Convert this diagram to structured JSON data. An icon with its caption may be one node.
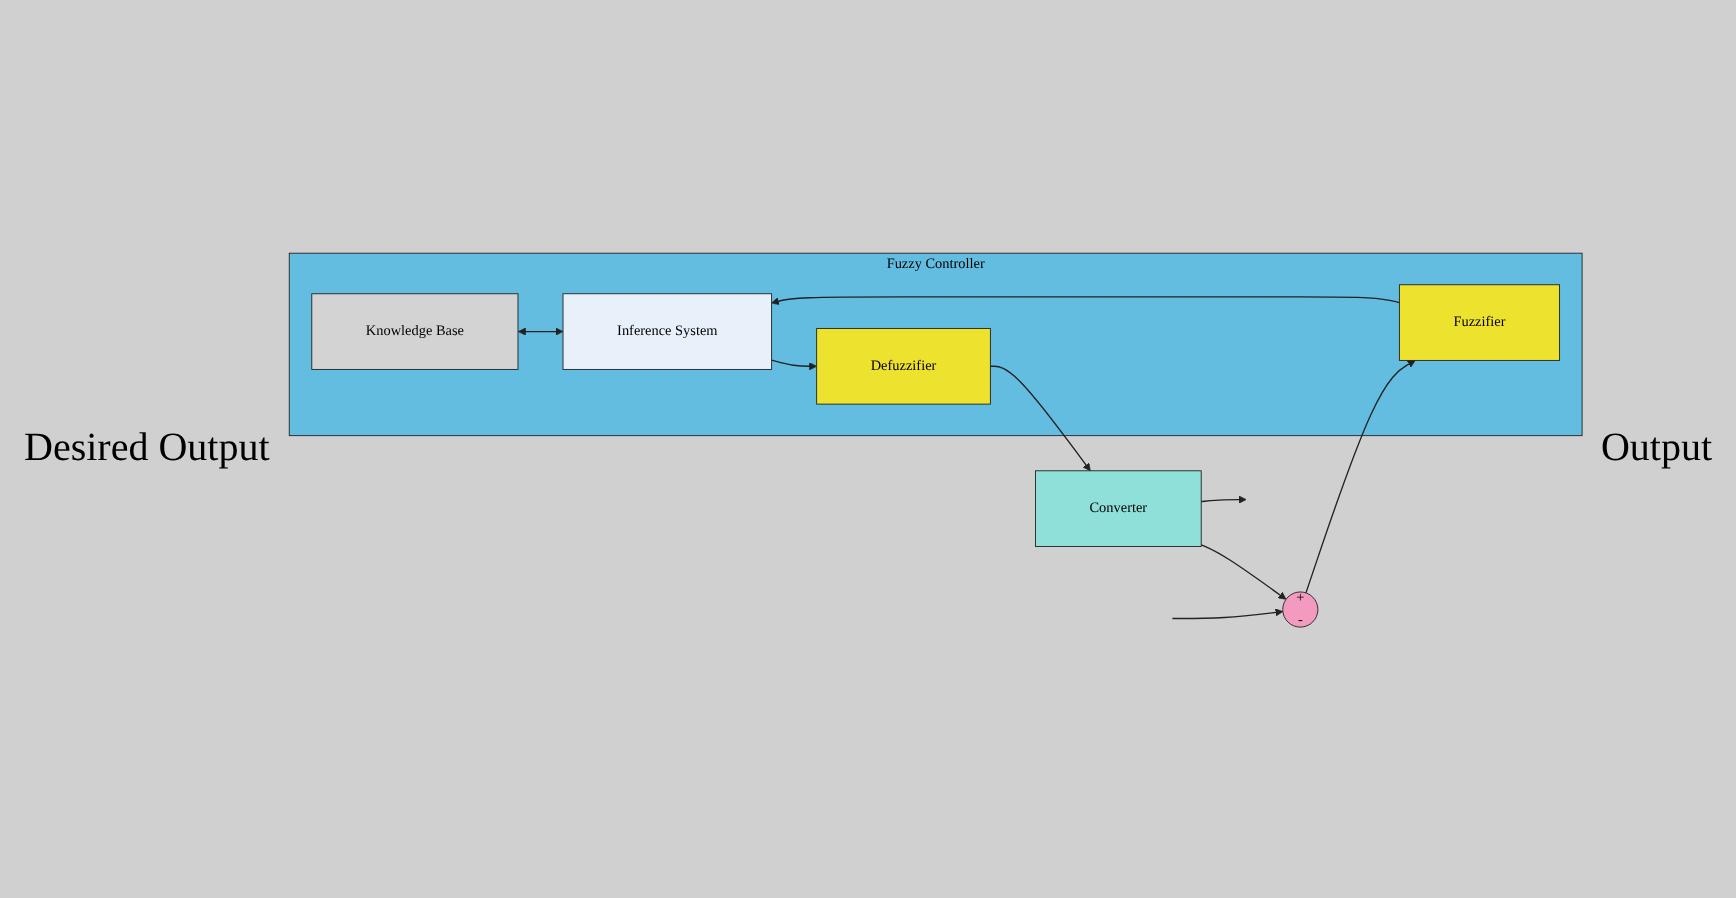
{
  "diagram": {
    "nodes": [
      {
        "text": [
          "Fuzzy Controller"
        ]
      },
      {
        "text": [
          "Knowledge Base"
        ],
        "in": 0
      },
      {
        "text": [
          "Fuzzifier"
        ],
        "in": 0
      },
      {
        "text": [
          "Inference System"
        ],
        "in": 0
      },
      {
        "text": [
          "Defuzzifier"
        ],
        "in": 0
      },
      {
        "text": [
          "+",
          "-"
        ]
      },
      {
        "text": [
          "Converter"
        ]
      }
    ],
    "edges": [
      {
        "from": null,
        "to": 5,
        "arrow": "to"
      },
      {
        "from": 5,
        "to": 2,
        "arrow": "to"
      },
      {
        "from": 2,
        "to": 3,
        "arrow": "to"
      },
      {
        "from": 1,
        "to": 3,
        "arrow": "both"
      },
      {
        "from": 3,
        "to": 4,
        "arrow": "to"
      },
      {
        "from": 4,
        "to": 6,
        "arrow": "to"
      },
      {
        "from": 6,
        "to": null,
        "arrow": "to"
      },
      {
        "from": 6,
        "to": 5,
        "arrow": "to"
      }
    ],
    "labels": [
      "Desired Output",
      "Output"
    ]
  }
}
